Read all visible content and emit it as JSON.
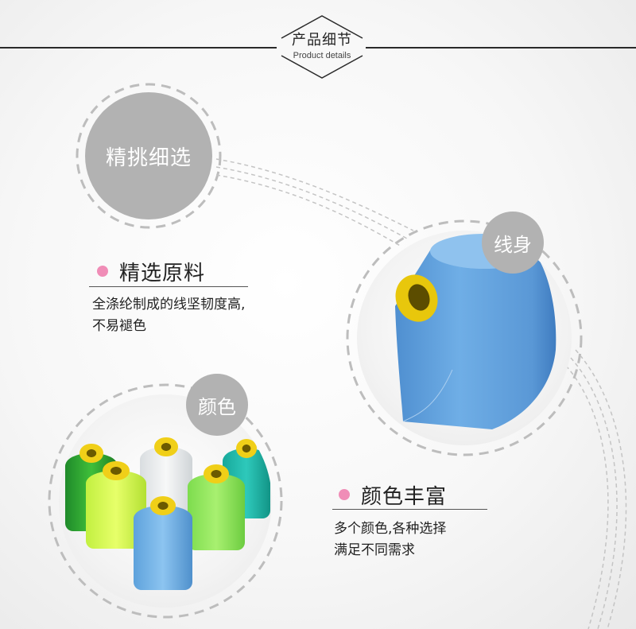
{
  "header": {
    "title": "产品细节",
    "subtitle": "Product details"
  },
  "badges": {
    "selection": "精挑细选",
    "thread_body": "线身",
    "color": "颜色"
  },
  "features": [
    {
      "title": "精选原料",
      "desc_line1": "全涤纶制成的线坚韧度高,",
      "desc_line2": "不易褪色"
    },
    {
      "title": "颜色丰富",
      "desc_line1": "多个颜色,各种选择",
      "desc_line2": "满足不同需求"
    }
  ],
  "colors": {
    "badge_gray": "#b2b2b2",
    "bullet_pink": "#f08db7",
    "spool_blue": "#6aa6dc",
    "core_yellow": "#f0cf18"
  }
}
